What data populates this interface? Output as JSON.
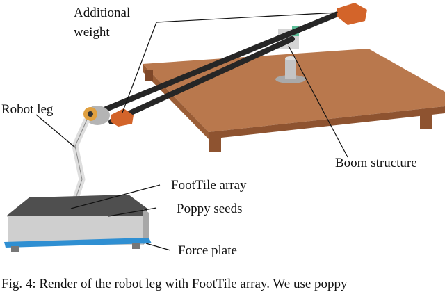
{
  "labels": {
    "additional_weight_line1": "Additional",
    "additional_weight_line2": "weight",
    "robot_leg": "Robot leg",
    "boom_structure": "Boom structure",
    "foottile_array": "FootTile array",
    "poppy_seeds": "Poppy seeds",
    "force_plate": "Force plate"
  },
  "caption": "Fig. 4: Render of the robot leg with FootTile array. We use poppy",
  "colors": {
    "table_top": "#b9784d",
    "table_side": "#8e5330",
    "weight_block": "#d3642a",
    "boom_rod": "#262626",
    "force_plate": "#2f8fd2",
    "seeds": "#4f4f4f",
    "box": "#cfcfcf"
  }
}
